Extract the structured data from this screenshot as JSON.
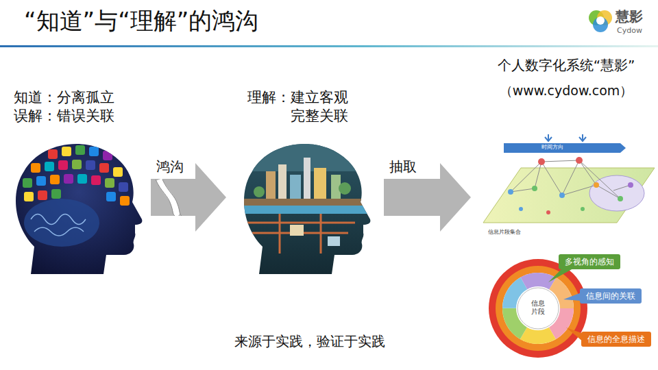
{
  "diagram": {
    "title": "“知道”与“理解”的鸿沟",
    "caption": "来源于实践，验证于实践",
    "nodes": [
      {
        "text": [
          "知道：分离孤立",
          "误解：错误关联"
        ]
      },
      {
        "text": [
          "理解：建立客观 完整关联"
        ]
      },
      {
        "text": [
          "个人数字化系统“慧影”",
          "（www.cydow.com）"
        ]
      },
      {
        "text": [
          "多视角的感知"
        ]
      },
      {
        "text": [
          "信息间的关联"
        ]
      },
      {
        "text": [
          "信息的全息描述"
        ]
      }
    ],
    "edges": [
      {
        "from": 0,
        "to": 1,
        "label": "鸿沟",
        "arrow": "to"
      },
      {
        "from": 1,
        "to": 2,
        "label": "抽取",
        "arrow": "to"
      }
    ],
    "labels": [
      "慧影",
      "Cydow",
      "时间方向",
      "信息片段集合",
      "信息片段"
    ]
  }
}
